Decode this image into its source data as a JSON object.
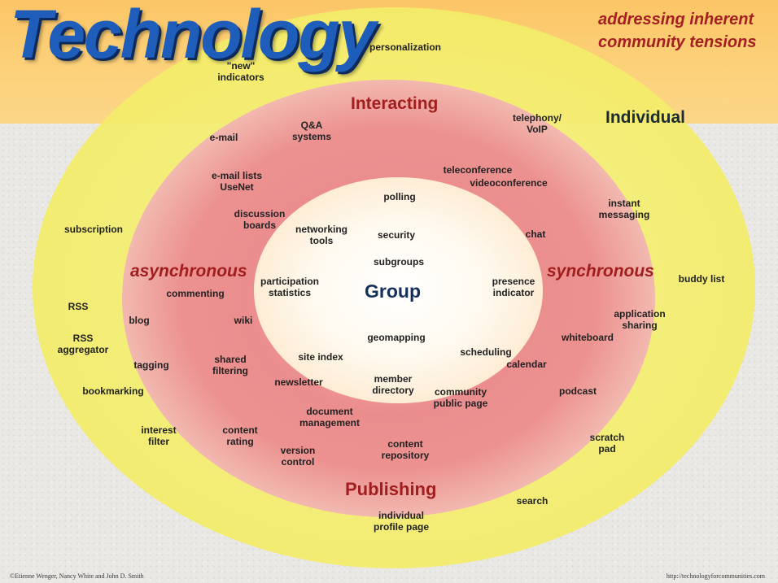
{
  "title": "Technology",
  "subtitle": "addressing inherent\ncommunity tensions",
  "labels": {
    "individual": "Individual",
    "group": "Group",
    "interacting": "Interacting",
    "publishing": "Publishing",
    "asynchronous": "asynchronous",
    "synchronous": "synchronous"
  },
  "tools": [
    "personalization",
    "\"new\"\nindicators",
    "telephony/\nVoIP",
    "Q&A\nsystems",
    "e-mail",
    "teleconference",
    "videoconference",
    "e-mail lists\nUseNet",
    "polling",
    "instant\nmessaging",
    "discussion\nboards",
    "subscription",
    "networking\ntools",
    "security",
    "chat",
    "subgroups",
    "participation\nstatistics",
    "presence\nindicator",
    "buddy list",
    "commenting",
    "RSS",
    "application\nsharing",
    "blog",
    "wiki",
    "whiteboard",
    "RSS\naggregator",
    "geomapping",
    "scheduling",
    "site index",
    "calendar",
    "tagging",
    "shared\nfiltering",
    "newsletter",
    "member\ndirectory",
    "bookmarking",
    "community\npublic page",
    "podcast",
    "document\nmanagement",
    "interest\nfilter",
    "content\nrating",
    "scratch\npad",
    "content\nrepository",
    "version\ncontrol",
    "search",
    "individual\nprofile page"
  ],
  "credits": {
    "left": "©Etienne Wenger, Nancy White and John D. Smith",
    "right": "http://technologyforcommunities.com"
  }
}
